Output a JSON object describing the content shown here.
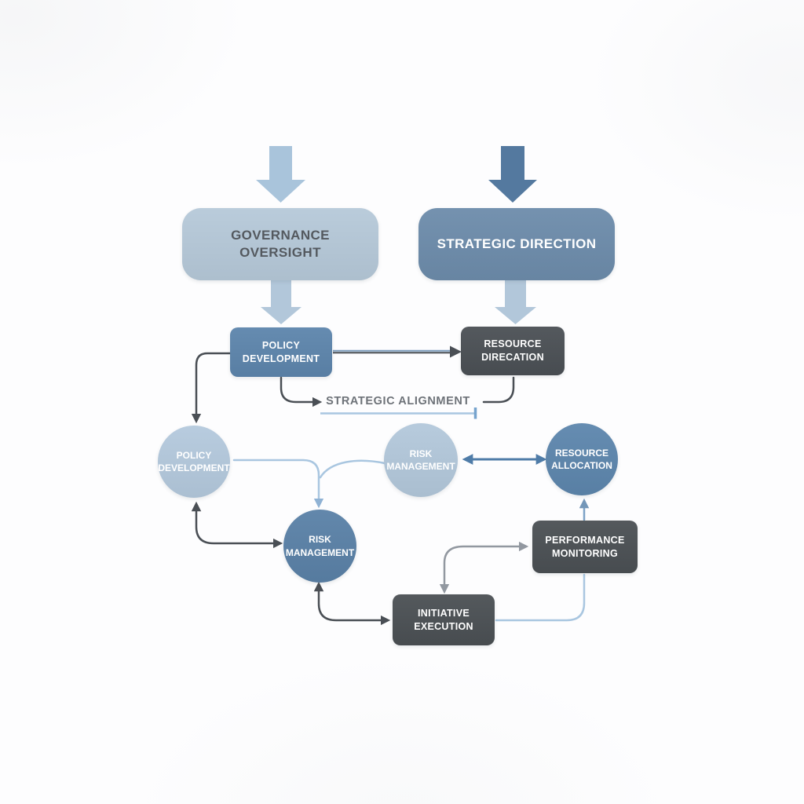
{
  "diagram": {
    "type": "flow-diagram",
    "background": "#fdfdfe",
    "palette": {
      "light_blue_box": "#b6c9d9",
      "slate_blue_box": "#6d8cab",
      "medium_blue_box": "#5d85ac",
      "dark_gray_box": "#4b5055",
      "light_blue_circle": "#b4c9dd",
      "medium_blue_circle": "#5d86ad",
      "dark_blue_circle": "#5a81a7",
      "connector_dark": "#4a4f55",
      "connector_gray": "#9298a0",
      "connector_light_blue": "#a9c6e0",
      "connector_blue": "#4f7ca8",
      "block_arrow_light": "#a9c4db",
      "block_arrow_dark": "#54799f",
      "label_gray": "#6d7278",
      "dark_box_text": "#54595f",
      "light_text": "#ffffff"
    },
    "nodes": [
      {
        "id": "governance-oversight",
        "label": "GOVERNANCE\nOVERSIGHT",
        "shape": "rounded-box",
        "fill": "#b6c9d9"
      },
      {
        "id": "strategic-direction",
        "label": "STRATEGIC DIRECTION",
        "shape": "rounded-box",
        "fill": "#6d8cab"
      },
      {
        "id": "policy-development-box",
        "label": "POLICY\nDEVELOPMENT",
        "shape": "rounded-box",
        "fill": "#5d85ac"
      },
      {
        "id": "resource-direcation-box",
        "label": "RESOURCE\nDIRECATION",
        "shape": "rounded-box",
        "fill": "#4b5055"
      },
      {
        "id": "policy-development-circle",
        "label": "POLICY\nDEVELOPMENT",
        "shape": "circle",
        "fill": "#b4c9dd"
      },
      {
        "id": "risk-management-circle-light",
        "label": "RISK\nMANAGEMENT",
        "shape": "circle",
        "fill": "#b3c8db"
      },
      {
        "id": "resource-allocation-circle",
        "label": "RESOURCE\nALLOCATION",
        "shape": "circle",
        "fill": "#5d86ad"
      },
      {
        "id": "risk-management-circle-dark",
        "label": "RISK\nMANAGEMENT",
        "shape": "circle",
        "fill": "#5a81a7"
      },
      {
        "id": "performance-monitoring-box",
        "label": "PERFORMANCE\nMONITORING",
        "shape": "rounded-box",
        "fill": "#4b5054"
      },
      {
        "id": "initiative-execution-box",
        "label": "INITIATIVE\nEXECUTION",
        "shape": "rounded-box",
        "fill": "#4b5054"
      }
    ],
    "annotations": {
      "strategic_alignment": "STRATEGIC ALIGNMENT"
    },
    "edges": [
      {
        "from": "top-inflow",
        "to": "governance-oversight",
        "style": "block-arrow",
        "color": "#a9c4db"
      },
      {
        "from": "top-inflow",
        "to": "strategic-direction",
        "style": "block-arrow",
        "color": "#54799f"
      },
      {
        "from": "governance-oversight",
        "to": "policy-development-box",
        "style": "block-arrow",
        "color": "#b2c7da"
      },
      {
        "from": "strategic-direction",
        "to": "resource-direcation-box",
        "style": "block-arrow",
        "color": "#b2c7da"
      },
      {
        "from": "policy-development-box",
        "to": "resource-direcation-box",
        "style": "straight-arrow",
        "color": "#4a4f55"
      },
      {
        "from": "policy-development-box",
        "to": "strategic-alignment-label",
        "style": "curved-arrow",
        "color": "#4a4f55"
      },
      {
        "from": "resource-direcation-box",
        "to": "strategic-alignment-label",
        "style": "curve",
        "color": "#4a4f55"
      },
      {
        "from": "policy-development-box",
        "to": "policy-development-circle",
        "style": "curved-arrow",
        "color": "#4a4f55"
      },
      {
        "from": "policy-development-circle",
        "to": "risk-management-circle-dark",
        "style": "double-headed-curve",
        "color": "#4a4f55"
      },
      {
        "from": "policy-development-circle",
        "to": "risk-management-circle-dark",
        "style": "curved-arrow",
        "color": "#a9c6e0"
      },
      {
        "from": "risk-management-circle-light",
        "to": "risk-management-circle-dark",
        "style": "curve-merge",
        "color": "#a9c6e0"
      },
      {
        "from": "risk-management-circle-light",
        "to": "resource-allocation-circle",
        "style": "double-arrow",
        "color": "#4f7ca8"
      },
      {
        "from": "performance-monitoring-box",
        "to": "resource-allocation-circle",
        "style": "arrow-up",
        "color": "#7da2c6"
      },
      {
        "from": "initiative-execution-box",
        "to": "performance-monitoring-box",
        "style": "double-headed-curve",
        "color": "#9298a0"
      },
      {
        "from": "initiative-execution-box",
        "to": "performance-monitoring-box",
        "style": "curve",
        "color": "#a9c6e0"
      },
      {
        "from": "risk-management-circle-dark",
        "to": "initiative-execution-box",
        "style": "double-headed-curve",
        "color": "#4a4f55"
      },
      {
        "from": "strategic-alignment-underline",
        "to": "",
        "style": "underline-with-tick",
        "color": "#a9c6e0"
      }
    ]
  }
}
